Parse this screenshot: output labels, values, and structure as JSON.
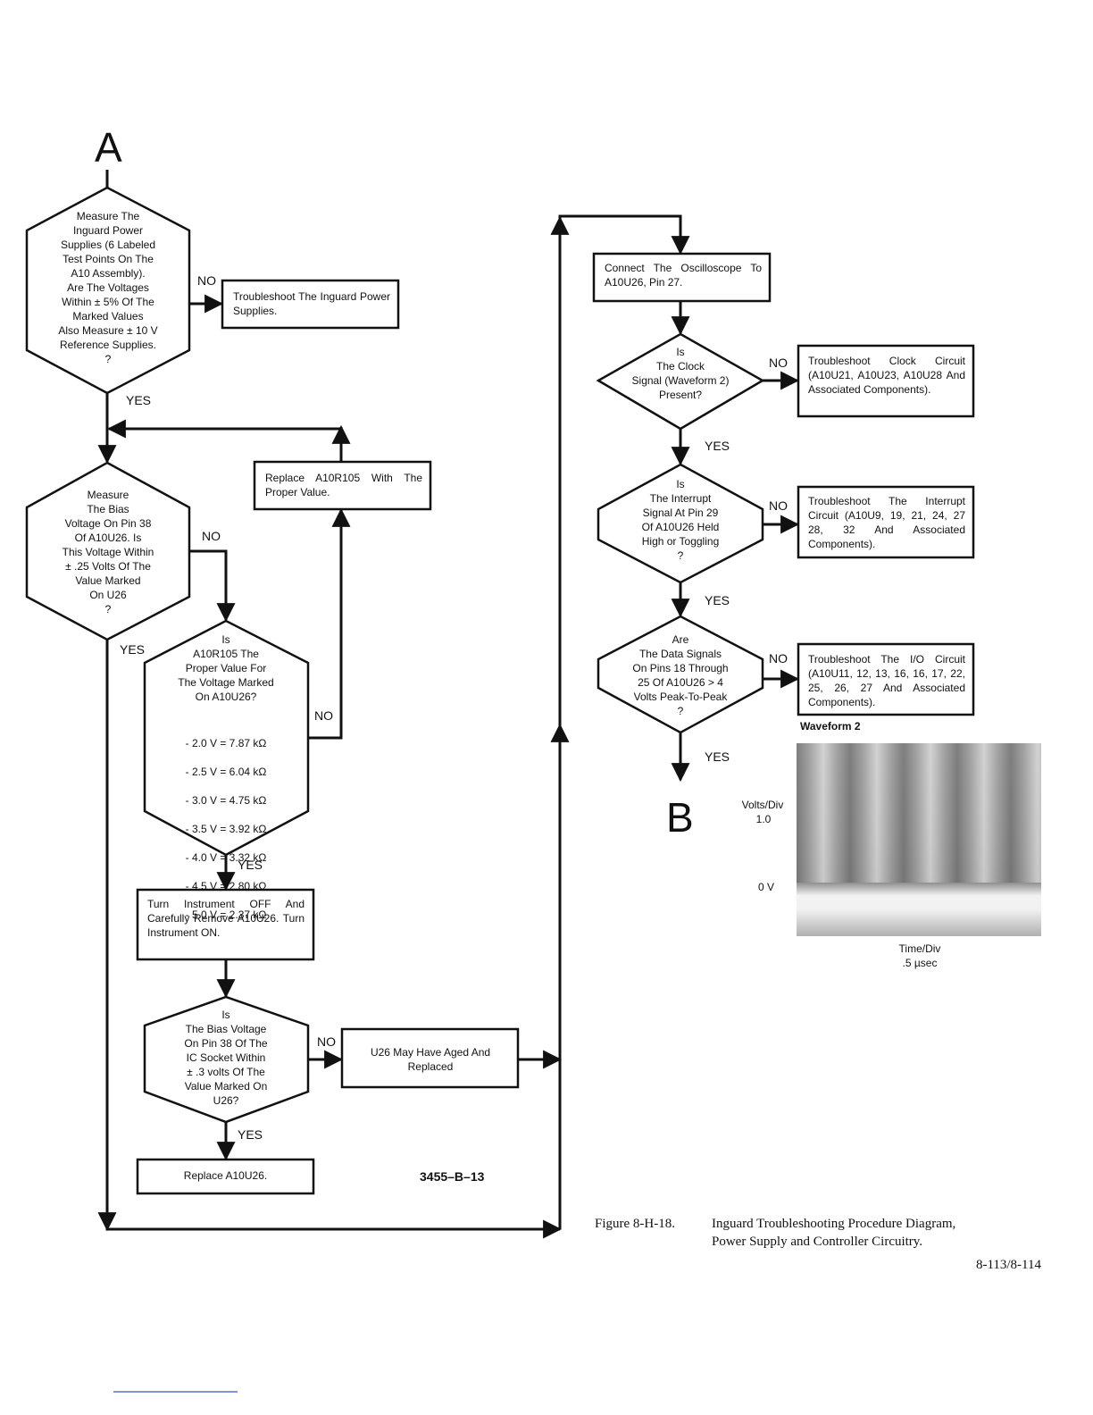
{
  "connectors": {
    "a": "A",
    "b": "B"
  },
  "labels": {
    "yes": "YES",
    "no": "NO"
  },
  "left": {
    "d1": "Measure The\nInguard Power\nSupplies (6 Labeled\nTest Points On The\nA10 Assembly).\nAre The Voltages\nWithin ± 5% Of The\nMarked Values\nAlso Measure ± 10 V\nReference Supplies.\n?",
    "b1": "Troubleshoot The Inguard Power Supplies.",
    "d2": "Measure\nThe Bias\nVoltage On Pin 38\nOf A10U26. Is\nThis Voltage Within\n± .25 Volts Of The\nValue Marked\nOn U26\n?",
    "b_replace": "Replace A10R105 With The Proper Value.",
    "d3": "Is\nA10R105 The\nProper Value For\nThe Voltage Marked\nOn A10U26?",
    "d3_values": [
      "- 2.0 V = 7.87 kΩ",
      "- 2.5 V = 6.04 kΩ",
      "- 3.0 V = 4.75 kΩ",
      "- 3.5 V = 3.92 kΩ",
      "- 4.0 V = 3.32 kΩ",
      "- 4.5 V = 2.80 kΩ",
      "- 5.0 V = 2.37 kΩ"
    ],
    "b_turn": "Turn Instrument OFF And Carefully Remove A10U26. Turn Instrument ON.",
    "d4": "Is\nThe Bias Voltage\nOn Pin 38 Of The\nIC Socket Within\n± .3 volts Of The\nValue Marked On\nU26?",
    "b_aged": "U26 May Have Aged And Replaced",
    "b_replace_u26": "Replace A10U26.",
    "drawing_number": "3455–B–13"
  },
  "right": {
    "b_connect": "Connect The Oscilloscope To A10U26, Pin 27.",
    "d5": "Is\nThe Clock\nSignal (Waveform 2)\nPresent?",
    "b_clock": "Troubleshoot Clock Circuit (A10U21, A10U23, A10U28 And Associated Components).",
    "d6": "Is\nThe Interrupt\nSignal At Pin 29\nOf A10U26 Held\nHigh or Toggling\n?",
    "b_interrupt": "Troubleshoot The Interrupt Circuit (A10U9, 19, 21, 24, 27 28, 32 And Associated Components).",
    "d7": "Are\nThe Data Signals\nOn Pins 18 Through\n25 Of A10U26 > 4\nVolts Peak-To-Peak\n?",
    "b_io": "Troubleshoot The I/O Circuit (A10U11, 12, 13, 16, 16, 17, 22, 25, 26, 27 And Associated Components)."
  },
  "waveform": {
    "title": "Waveform 2",
    "volts_div_label": "Volts/Div",
    "volts_div_value": "1.0",
    "zero_label": "0 V",
    "time_div_label": "Time/Div",
    "time_div_value": ".5 µsec"
  },
  "caption": {
    "figure": "Figure 8-H-18.",
    "line1": "Inguard Troubleshooting Procedure Diagram,",
    "line2": "Power Supply and Controller Circuitry.",
    "page": "8-113/8-114"
  }
}
